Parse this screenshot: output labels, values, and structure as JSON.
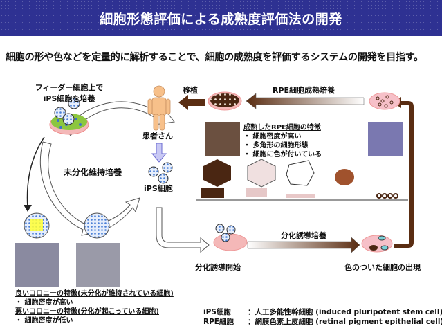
{
  "header": {
    "title": "細胞形態評価による成熟度評価法の開発"
  },
  "subtitle": "細胞の形や色などを定量的に解析することで、細胞の成熟度を評価するシステムの開発を目指す。",
  "diagram": {
    "feeder_label_line1": "フィーダー細胞上で",
    "feeder_label_line2": "iPS細胞を培養",
    "maintenance_culture_label": "未分化維持培養",
    "patient_label": "患者さん",
    "ips_cells_label": "iPS細胞",
    "transplant_label": "移植",
    "rpe_maturation_label": "RPE細胞成熟培養",
    "differentiation_culture_label": "分化誘導培養",
    "differentiation_start_label": "分化誘導開始",
    "colored_cells_label": "色のついた細胞の出現",
    "mature_rpe_features": {
      "heading": "成熟したRPE細胞の特徴",
      "items": [
        "細胞密度が高い",
        "多角形の細胞形態",
        "細胞に色が付いている"
      ]
    },
    "good_colony": {
      "heading": "良いコロニーの特徴(未分化が維持されている細胞)",
      "items": [
        "細胞密度が高い"
      ]
    },
    "bad_colony": {
      "heading": "悪いコロニーの特徴(分化が起こっている細胞)",
      "items": [
        "細胞密度が低い"
      ]
    },
    "bullet": "・"
  },
  "glossary": [
    {
      "term": "iPS細胞",
      "definition": "：人工多能性幹細胞 (induced pluripotent stem cell)"
    },
    {
      "term": "RPE細胞",
      "definition": "：網膜色素上皮細胞 (retinal pigment epithelial cell)"
    }
  ],
  "colors": {
    "header_bg": "#2e3192",
    "brown_arrow": "#5a2d12",
    "dish_pink": "#f4b8b8",
    "ips_blue": "#4a7fd6",
    "feeder_green": "#8cc63f",
    "skin": "#f7c08a"
  }
}
